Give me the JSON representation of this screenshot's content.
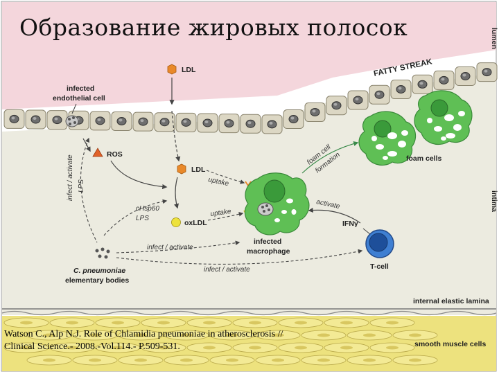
{
  "title": "Образование жировых полосок",
  "citation_line1": "Watson C., Alp N.J. Role of Chlamidia pneumoniae in atherosclerosis //",
  "citation_line2": "Clinical Science.- 2008.-Vol.114.- P.509-531.",
  "labels": {
    "lumen": "lumen",
    "intima": "intima",
    "fatty_streak": "FATTY STREAK",
    "ldl_top": "LDL",
    "infected_endothelial_line1": "infected",
    "infected_endothelial_line2": "endothelial cell",
    "ros": "ROS",
    "ldl_mid": "LDL",
    "uptake1": "uptake",
    "uptake2": "uptake",
    "chsp60": "cHsp60",
    "lps_mid": "LPS",
    "oxldl": "oxLDL",
    "infect_activate_vertical": "infect / activate",
    "lps_vertical": "LPS",
    "foam_cell_line1": "foam cell",
    "foam_cell_line2": "formation",
    "foam_cells": "foam cells",
    "activate": "activate",
    "ifn": "IFNγ",
    "infected_macrophage_line1": "infected",
    "infected_macrophage_line2": "macrophage",
    "infect_activate_1": "infect / activate",
    "infect_activate_2": "infect / activate",
    "c_pneumoniae_line1": "C. pneumoniae",
    "c_pneumoniae_line2": "elementary bodies",
    "t_cell": "T-cell",
    "internal_elastic_lamina": "internal elastic lamina",
    "smooth_muscle_cells": "smooth muscle cells"
  },
  "colors": {
    "lumen_bg": "#f4d6dc",
    "intima_bg": "#ecebe0",
    "endothelium": "#dcd7c4",
    "smooth_muscle": "#ede27e",
    "ldl": "#e9892a",
    "oxldl": "#ede23c",
    "macrophage": "#5fbf55",
    "tcell": "#3f7fd2",
    "ros": "#e0622a"
  }
}
